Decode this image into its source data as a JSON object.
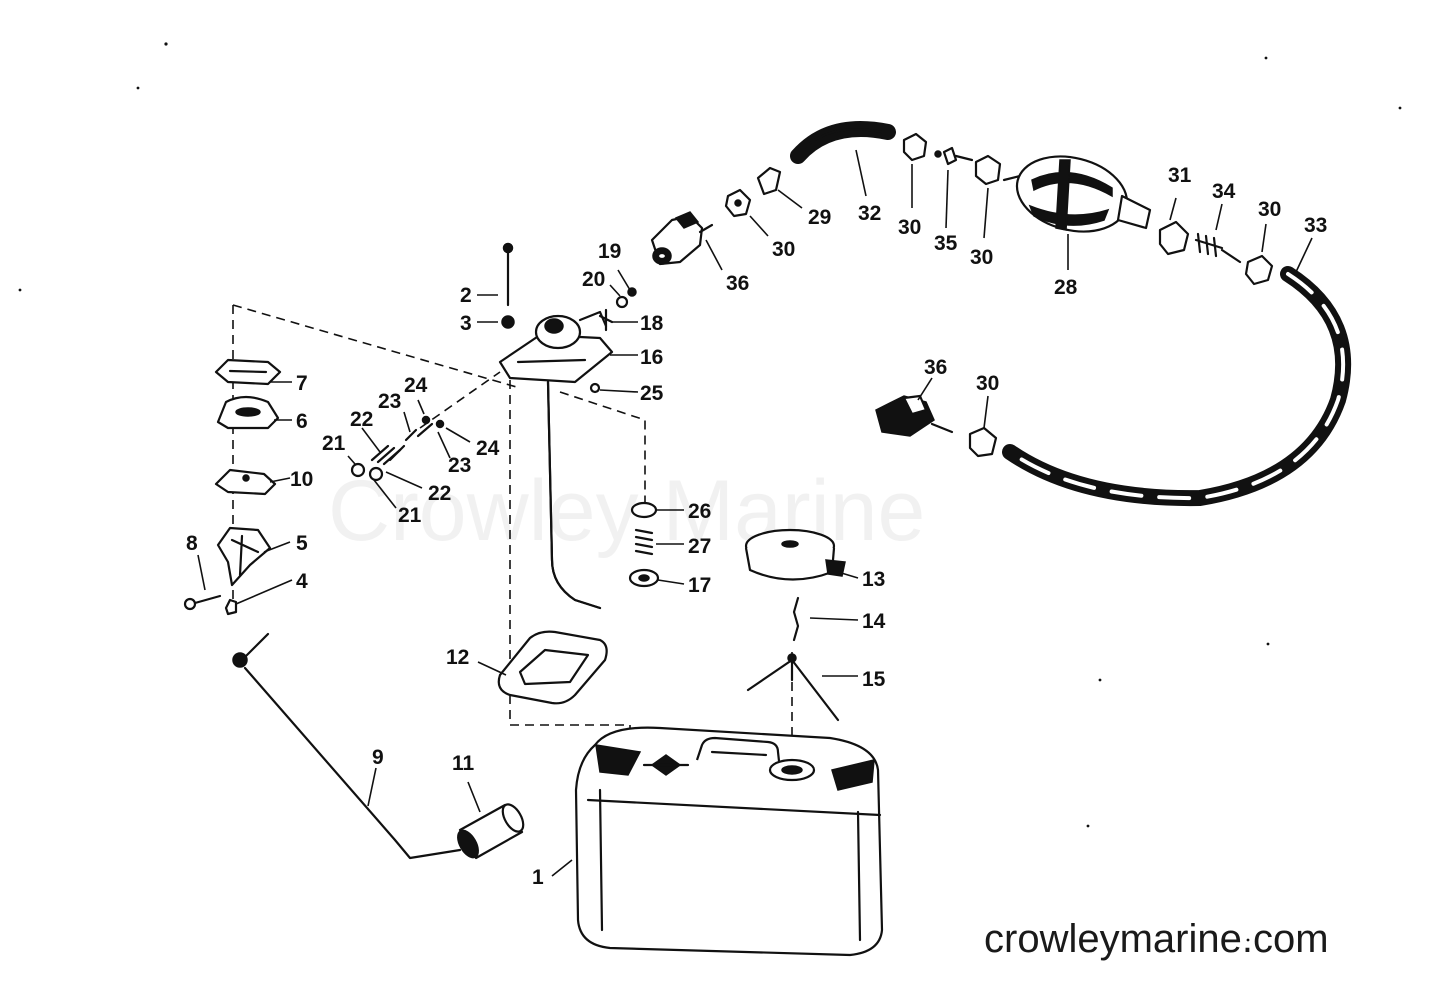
{
  "watermark": "Crowley Marine",
  "website": "crowleymarine.com",
  "labels": {
    "n1": "1",
    "n2": "2",
    "n3": "3",
    "n4": "4",
    "n5": "5",
    "n6": "6",
    "n7": "7",
    "n8": "8",
    "n9": "9",
    "n10": "10",
    "n11": "11",
    "n12": "12",
    "n13": "13",
    "n14": "14",
    "n15": "15",
    "n16": "16",
    "n17": "17",
    "n18": "18",
    "n19": "19",
    "n20": "20",
    "n21a": "21",
    "n21b": "21",
    "n22a": "22",
    "n22b": "22",
    "n23a": "23",
    "n23b": "23",
    "n24a": "24",
    "n24b": "24",
    "n25": "25",
    "n26": "26",
    "n27": "27",
    "n28": "28",
    "n29": "29",
    "n30a": "30",
    "n30b": "30",
    "n30c": "30",
    "n30d": "30",
    "n30e": "30",
    "n31": "31",
    "n32": "32",
    "n33": "33",
    "n34": "34",
    "n35": "35",
    "n36a": "36",
    "n36b": "36"
  }
}
